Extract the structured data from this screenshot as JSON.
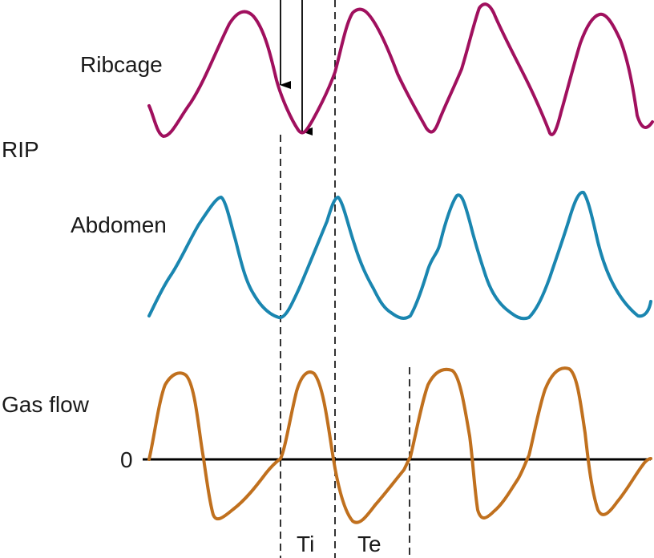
{
  "labels": {
    "ribcage": "Ribcage",
    "rip": "RIP",
    "abdomen": "Abdomen",
    "gas_flow": "Gas flow",
    "zero": "0",
    "ti": "Ti",
    "te": "Te"
  },
  "colors": {
    "ribcage": "#a0105e",
    "abdomen": "#1a86b0",
    "gas_flow": "#c0701e",
    "axis": "#000000"
  }
}
